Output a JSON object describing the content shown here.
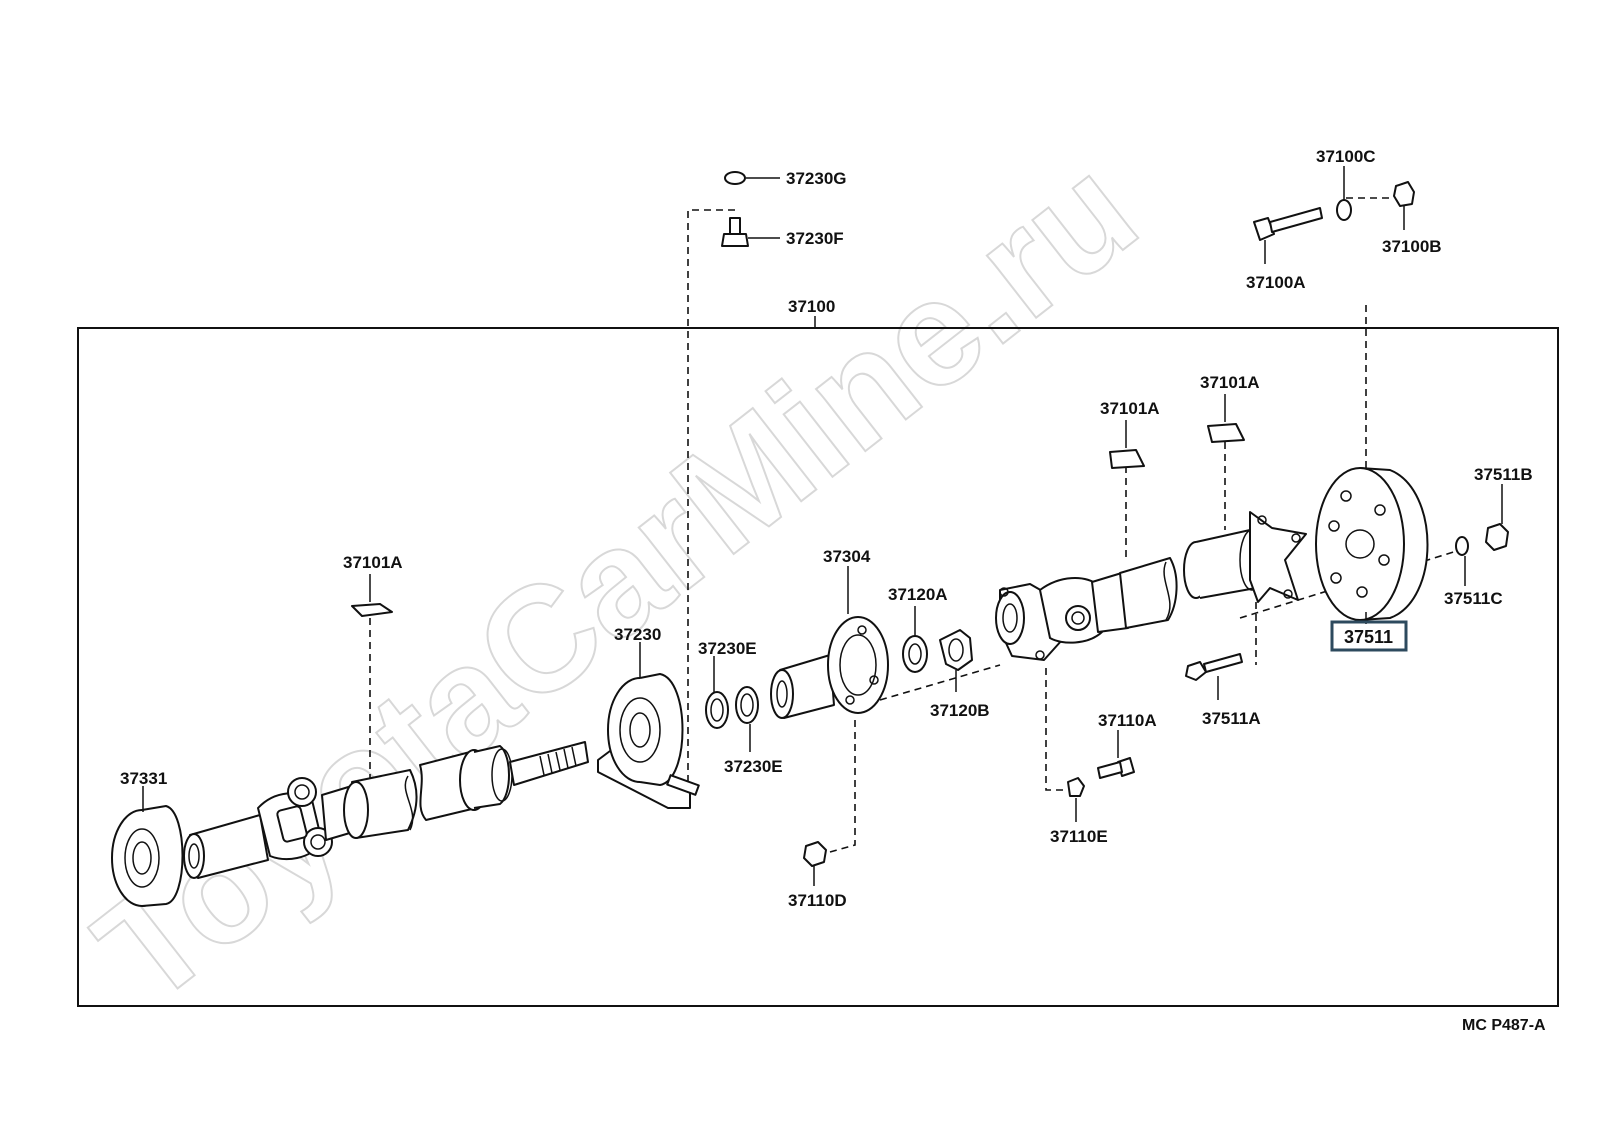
{
  "diagram": {
    "assembly_label": "37100",
    "parts": {
      "p37230G": "37230G",
      "p37230F": "37230F",
      "p37100C": "37100C",
      "p37100B": "37100B",
      "p37100A": "37100A",
      "p37101A_1": "37101A",
      "p37101A_2": "37101A",
      "p37101A_3": "37101A",
      "p37511B": "37511B",
      "p37511C": "37511C",
      "p37511": "37511",
      "p37304": "37304",
      "p37230": "37230",
      "p37230E_1": "37230E",
      "p37230E_2": "37230E",
      "p37120A": "37120A",
      "p37120B": "37120B",
      "p37110A": "37110A",
      "p37511A": "37511A",
      "p37331": "37331",
      "p37110E": "37110E",
      "p37110D": "37110D"
    },
    "highlighted_part": "37511",
    "diagram_code": "MC P487-A",
    "watermark": "ToyotaCarMine.ru"
  }
}
